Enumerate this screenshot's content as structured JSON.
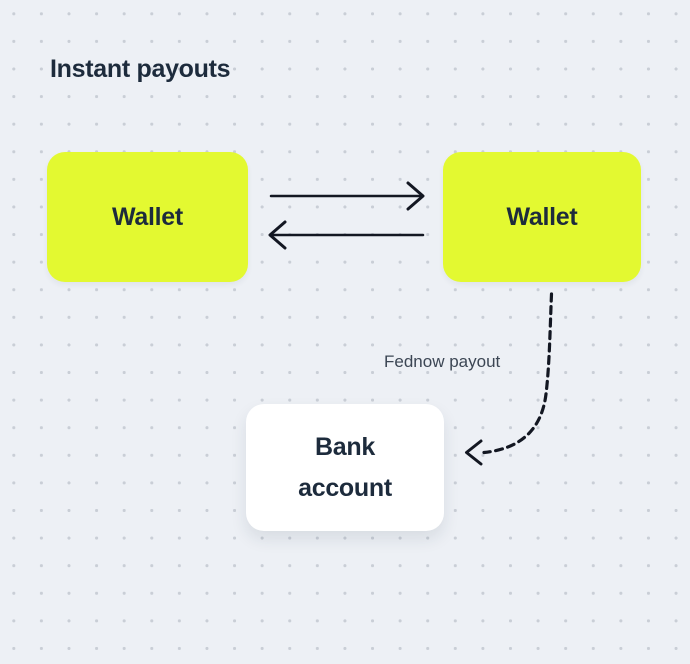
{
  "title": "Instant payouts",
  "colors": {
    "canvas_bg": "#edf0f5",
    "dot": "#c9ced6",
    "node_fill": "#e3f931",
    "bank_fill": "#ffffff",
    "text_dark": "#1d2b3c",
    "edge_label_text": "#3c4654",
    "arrow": "#131722"
  },
  "nodes": [
    {
      "id": "wallet-left",
      "label": "Wallet"
    },
    {
      "id": "wallet-right",
      "label": "Wallet"
    },
    {
      "id": "bank-account",
      "label": "Bank account"
    }
  ],
  "edges": [
    {
      "from": "wallet-left",
      "to": "wallet-right",
      "style": "solid"
    },
    {
      "from": "wallet-right",
      "to": "wallet-left",
      "style": "solid"
    },
    {
      "from": "wallet-right",
      "to": "bank-account",
      "style": "dashed",
      "label": "Fednow payout"
    }
  ]
}
